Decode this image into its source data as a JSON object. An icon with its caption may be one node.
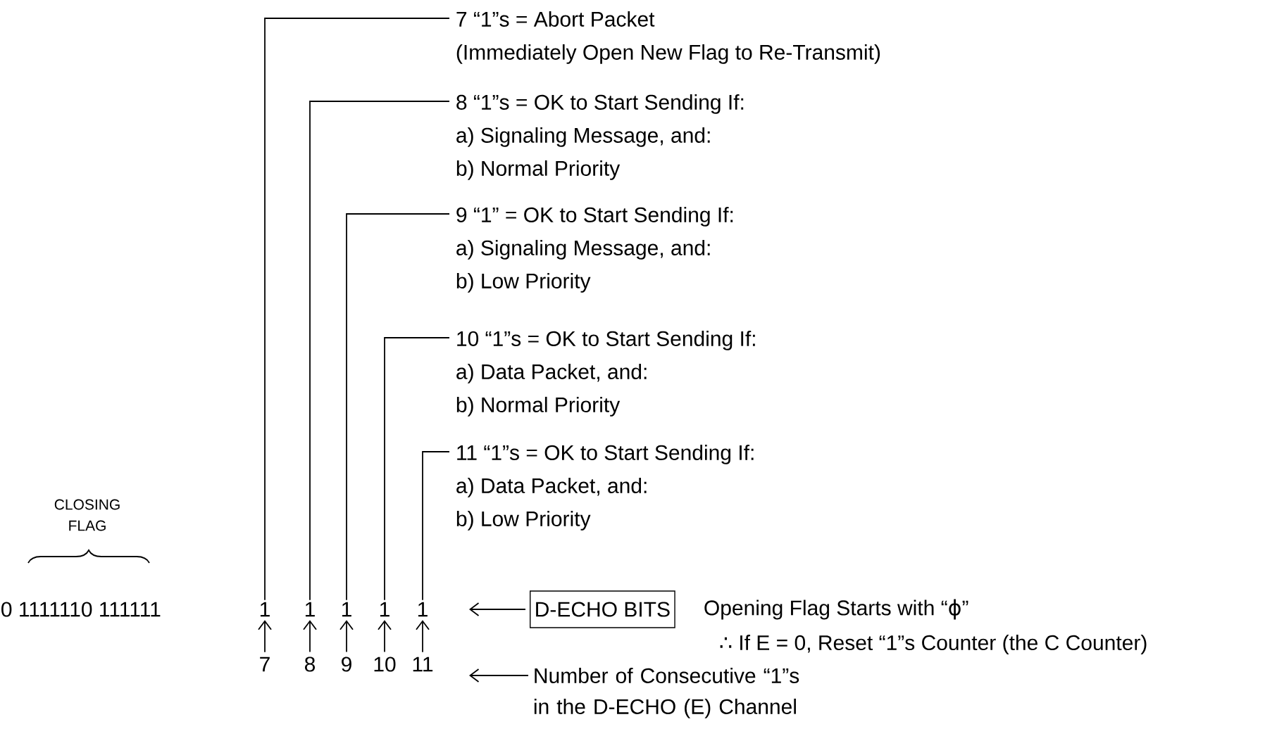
{
  "diagram": {
    "nodes": [
      {
        "text": [
          "7 “1”s = Abort Packet",
          "(Immediately Open New Flag to Re-Transmit)"
        ]
      },
      {
        "text": [
          "8 “1”s = OK to Start Sending If:",
          "a) Signaling Message, and:",
          "b) Normal Priority"
        ]
      },
      {
        "text": [
          "9 “1” = OK to Start Sending If:",
          "a) Signaling Message, and:",
          "b) Low Priority"
        ]
      },
      {
        "text": [
          "10 “1”s = OK to Start Sending If:",
          "a) Data Packet, and:",
          "b) Normal Priority"
        ]
      },
      {
        "text": [
          "11 “1”s = OK to Start Sending If:",
          "a) Data Packet, and:",
          "b) Low Priority"
        ]
      },
      {
        "text": [
          "1"
        ]
      },
      {
        "text": [
          "1"
        ]
      },
      {
        "text": [
          "1"
        ]
      },
      {
        "text": [
          "1"
        ]
      },
      {
        "text": [
          "1"
        ]
      },
      {
        "text": [
          "7"
        ]
      },
      {
        "text": [
          "8"
        ]
      },
      {
        "text": [
          "9"
        ]
      },
      {
        "text": [
          "10"
        ]
      },
      {
        "text": [
          "11"
        ]
      },
      {
        "text": [
          "D-ECHO BITS"
        ]
      },
      {
        "text": [
          "Number of Consecutive “1”s in the D-ECHO (E) Channel"
        ]
      }
    ],
    "edges": [
      {
        "from": 5,
        "to": 0,
        "arrow": "none"
      },
      {
        "from": 6,
        "to": 1,
        "arrow": "none"
      },
      {
        "from": 7,
        "to": 2,
        "arrow": "none"
      },
      {
        "from": 8,
        "to": 3,
        "arrow": "none"
      },
      {
        "from": 9,
        "to": 4,
        "arrow": "none"
      },
      {
        "from": 10,
        "to": 5,
        "arrow": "to"
      },
      {
        "from": 11,
        "to": 6,
        "arrow": "to"
      },
      {
        "from": 12,
        "to": 7,
        "arrow": "to"
      },
      {
        "from": 13,
        "to": 8,
        "arrow": "to"
      },
      {
        "from": 14,
        "to": 9,
        "arrow": "to"
      },
      {
        "from": 15,
        "to": null,
        "arrow": "to"
      },
      {
        "from": 16,
        "to": null,
        "arrow": "to"
      }
    ],
    "labels": [
      "CLOSING FLAG",
      "0 1111110 111111",
      "Opening Flag Starts with “ϕ”",
      "∴ If E = 0, Reset “1”s Counter (the C Counter)"
    ]
  }
}
